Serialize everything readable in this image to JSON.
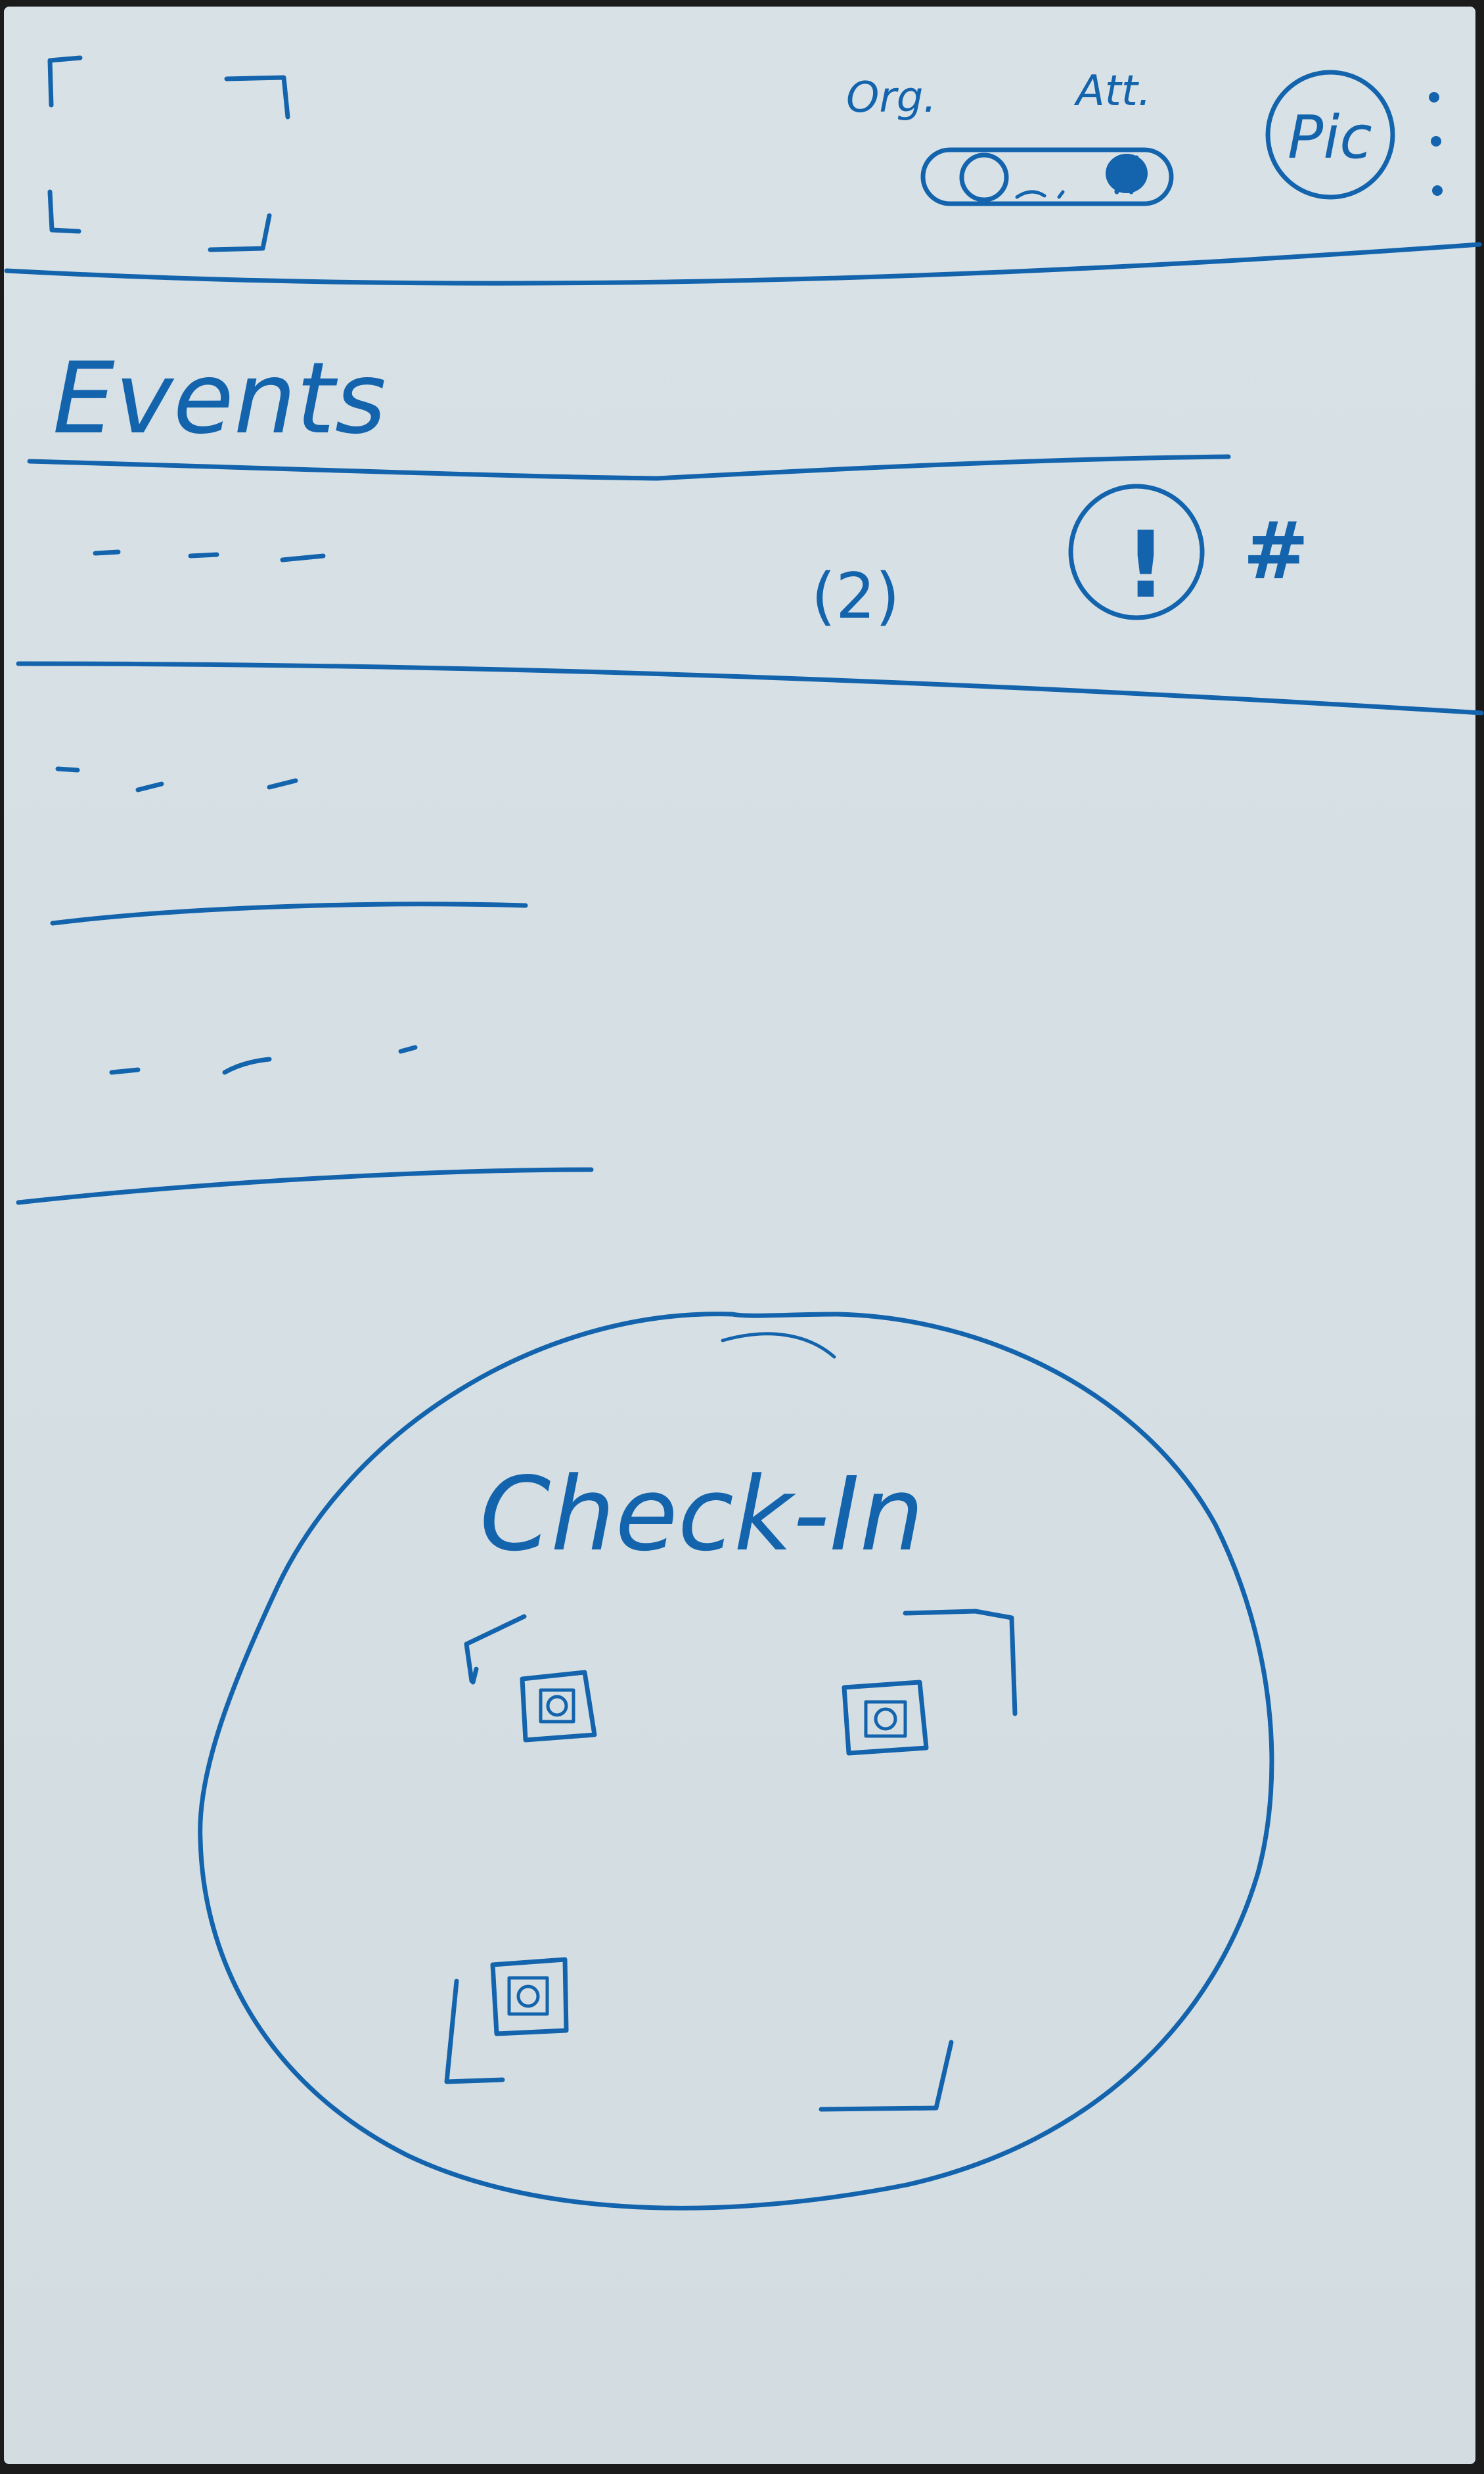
{
  "header": {
    "toggle": {
      "left_label": "Org.",
      "right_label": "Att."
    },
    "avatar_label": "Pic"
  },
  "main": {
    "title": "Events",
    "events": [
      {
        "count": "(2)",
        "alert_symbol": "!",
        "hash_symbol": "#"
      },
      {},
      {}
    ]
  },
  "checkin": {
    "label": "Check-In"
  },
  "icons": {
    "scan": "scan-frame-icon",
    "more": "more-vertical-icon",
    "alert": "alert-circle-icon",
    "hash": "hash-icon",
    "qr": "qr-code-icon"
  },
  "colors": {
    "ink": "#1464ad",
    "paper": "#d6e0e4"
  }
}
